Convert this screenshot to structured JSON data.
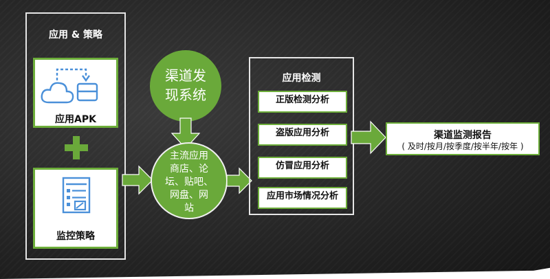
{
  "strategy_panel": {
    "title": "应用 & 策略",
    "apk_label": "应用APK",
    "monitor_label": "监控策略"
  },
  "discovery": {
    "text": "渠道发\n现系统"
  },
  "channels": {
    "text": "主流应用\n商店、论\n坛、贴吧、\n网盘、网\n站"
  },
  "detection_panel": {
    "title": "应用检测",
    "items": [
      "正版检测分析",
      "盗版应用分析",
      "仿冒应用分析",
      "应用市场情况分析"
    ]
  },
  "report": {
    "title": "渠道监测报告",
    "subtitle": "( 及时/按月/按季度/按半年/按年 )"
  },
  "colors": {
    "green": "#6aa93a",
    "icon_blue": "#4a90d9",
    "frame": "#e6e6e6"
  },
  "icons": [
    "cloud-sync-icon",
    "form-document-icon",
    "plus-icon"
  ]
}
